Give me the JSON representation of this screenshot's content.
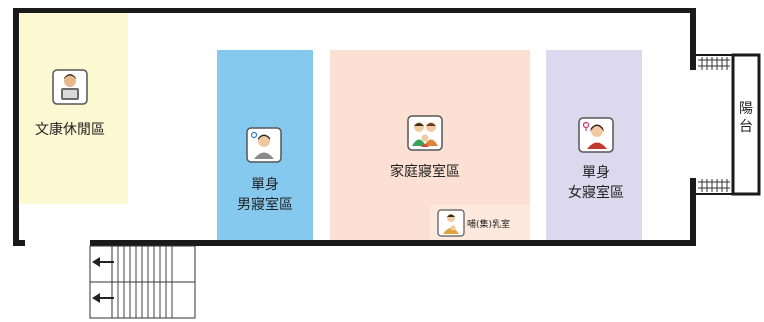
{
  "zones": {
    "leisure": {
      "label": "文康休閒區",
      "color": "#fbf8d2",
      "icon": "reading-person-icon"
    },
    "single_male": {
      "label_line1": "單身",
      "label_line2": "男寢室區",
      "color": "#86c9ef",
      "icon": "male-person-icon"
    },
    "family": {
      "label": "家庭寢室區",
      "color": "#fbe0d3",
      "icon": "family-icon"
    },
    "nursing": {
      "label": "哺(集)乳室",
      "color": "#fce8dc",
      "icon": "nursing-mother-icon"
    },
    "single_female": {
      "label_line1": "單身",
      "label_line2": "女寢室區",
      "color": "#dcd8ee",
      "icon": "female-person-icon"
    },
    "balcony": {
      "label_line1": "陽",
      "label_line2": "台"
    }
  },
  "colors": {
    "wall": "#1a1a1a",
    "icon_frame": "#555555"
  }
}
